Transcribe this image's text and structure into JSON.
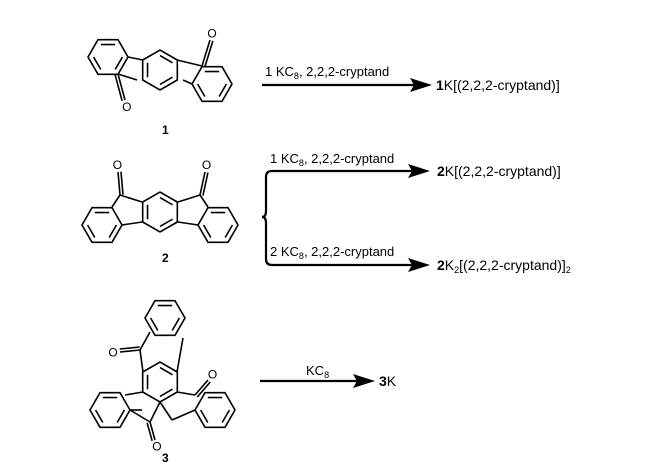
{
  "compounds": [
    {
      "label": "1"
    },
    {
      "label": "2"
    },
    {
      "label": "3"
    }
  ],
  "atom_label": "O",
  "reactions": [
    {
      "reagent_count": "1",
      "reagent": "KC",
      "reagent_sub": "8",
      "additive": ", 2,2,2-cryptand",
      "product_bold": "1",
      "product": "K[(2,2,2-cryptand)]"
    },
    {
      "reagent_count": "1",
      "reagent": "KC",
      "reagent_sub": "8",
      "additive": ", 2,2,2-cryptand",
      "product_bold": "2",
      "product": "K[(2,2,2-cryptand)]"
    },
    {
      "reagent_count": "2",
      "reagent": "KC",
      "reagent_sub": "8",
      "additive": ", 2,2,2-cryptand",
      "product_bold": "2",
      "product_k": "K",
      "product_k_sub": "2",
      "product": "[(2,2,2-cryptand)]",
      "product_sub": "2"
    },
    {
      "reagent": "KC",
      "reagent_sub": "8",
      "product_bold": "3",
      "product": "K"
    }
  ]
}
